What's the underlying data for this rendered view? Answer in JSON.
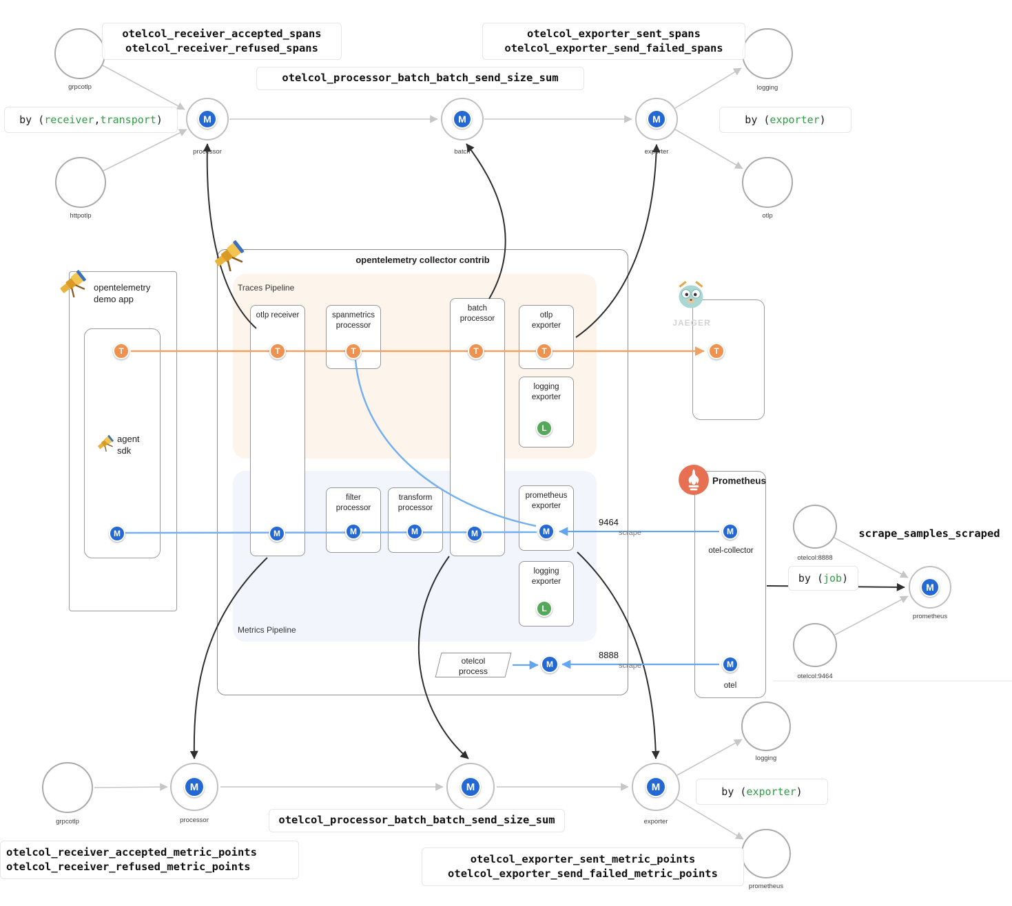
{
  "letters": {
    "m": "M",
    "t": "T",
    "l": "L"
  },
  "colors": {
    "metric_blue": "#2368d3",
    "trace_orange": "#f0924f",
    "log_green": "#55a759",
    "param_green": "#2f9e44"
  },
  "top": {
    "grpcotlp_label": "grpcotlp",
    "httpotlp_label": "httpotlp",
    "processor_label": "processor",
    "batch_label": "batch",
    "exporter_label": "exporter",
    "logging_label": "logging",
    "otlp_label": "otlp",
    "receiver_metric_line1": "otelcol_receiver_accepted_spans",
    "receiver_metric_line2": "otelcol_receiver_refused_spans",
    "batch_metric": "otelcol_processor_batch_batch_send_size_sum",
    "exporter_metric_line1": "otelcol_exporter_sent_spans",
    "exporter_metric_line2": "otelcol_exporter_send_failed_spans",
    "by_receiver": {
      "t1": "by (",
      "g1": "receiver",
      "t2": ",",
      "g2": "transport",
      "t3": ")"
    },
    "by_exporter": {
      "t1": "by (",
      "g1": "exporter",
      "t2": ")"
    }
  },
  "demo_app": {
    "title1": "opentelemetry",
    "title2": "demo app",
    "agent1": "agent",
    "agent2": "sdk"
  },
  "collector": {
    "title": "opentelemetry collector contrib",
    "traces_label": "Traces Pipeline",
    "metrics_label": "Metrics Pipeline",
    "otlp_receiver": "otlp receiver",
    "spanmetrics1": "spanmetrics",
    "spanmetrics2": "processor",
    "batch1": "batch",
    "batch2": "processor",
    "otlp_exporter1": "otlp",
    "otlp_exporter2": "exporter",
    "logging_t1": "logging",
    "logging_t2": "exporter",
    "filter1": "filter",
    "filter2": "processor",
    "transform1": "transform",
    "transform2": "processor",
    "prom_exporter1": "prometheus",
    "prom_exporter2": "exporter",
    "logging_m1": "logging",
    "logging_m2": "exporter"
  },
  "jaeger": {
    "name": "JAEGER"
  },
  "prometheus": {
    "title": "Prometheus",
    "otel_collector": "otel-collector",
    "otel": "otel",
    "port_9464": "9464",
    "scrape_9464": "scrape",
    "port_8888": "8888",
    "scrape_8888": "scrape"
  },
  "process_box": {
    "line1": "otelcol",
    "line2": "process"
  },
  "right": {
    "otelcol_8888": "otelcol:8888",
    "otelcol_9464": "otelcol:9464",
    "scrape_metric": "scrape_samples_scraped",
    "by_job": {
      "t1": "by (",
      "g1": "job",
      "t2": ")"
    },
    "prometheus_label": "prometheus"
  },
  "bottom": {
    "grpcotlp_label": "grpcotlp",
    "processor_label": "processor",
    "exporter_label": "exporter",
    "logging_label": "logging",
    "prometheus_label": "prometheus",
    "batch_metric": "otelcol_processor_batch_batch_send_size_sum",
    "receiver_metric_line1": "otelcol_receiver_accepted_metric_points",
    "receiver_metric_line2": "otelcol_receiver_refused_metric_points",
    "exporter_metric_line1": "otelcol_exporter_sent_metric_points",
    "exporter_metric_line2": "otelcol_exporter_send_failed_metric_points",
    "by_exporter": {
      "t1": "by (",
      "g1": "exporter",
      "t2": ")"
    }
  }
}
